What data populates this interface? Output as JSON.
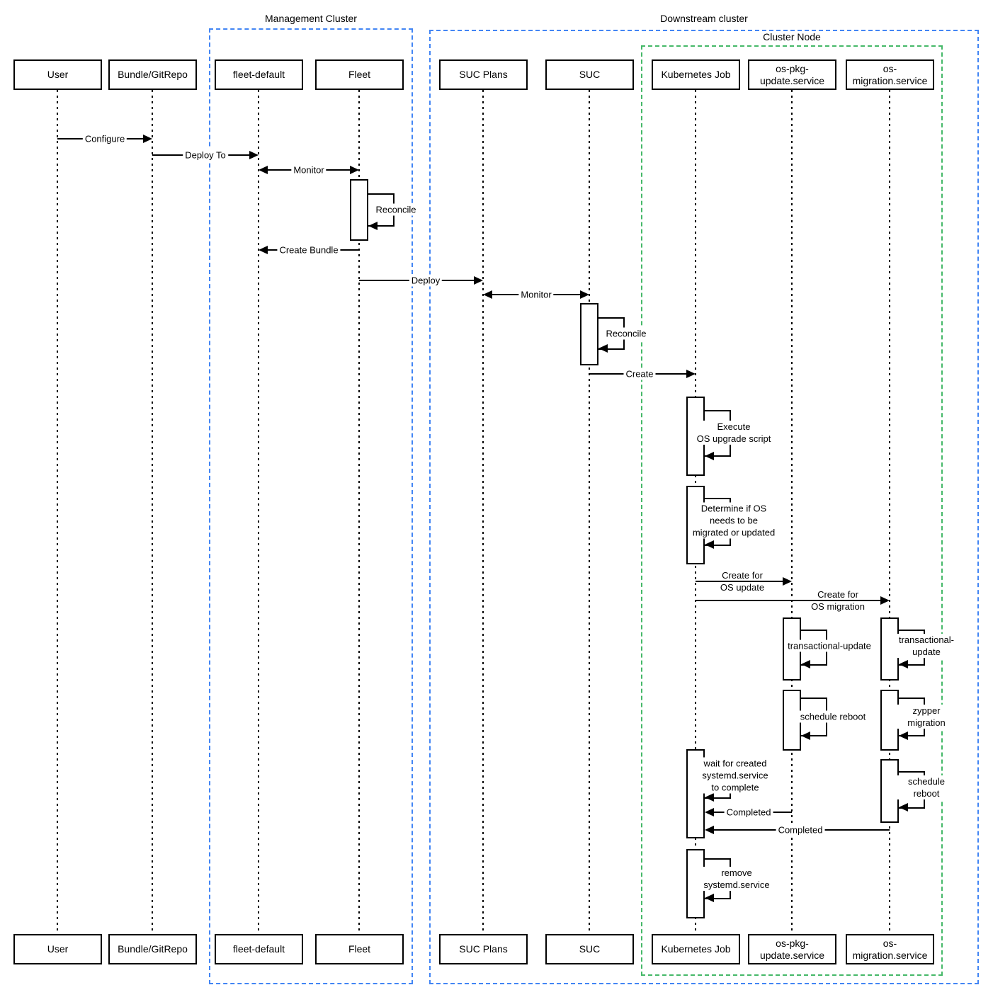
{
  "diagram_type": "uml-sequence-diagram",
  "colors": {
    "frame_blue": "#4285f4",
    "frame_green": "#45b868",
    "line": "#000000",
    "actor_fill": "#ffffff"
  },
  "groups": {
    "management_cluster": {
      "label": "Management Cluster"
    },
    "downstream_cluster": {
      "label": "Downstream cluster"
    },
    "cluster_node": {
      "label": "Cluster Node"
    }
  },
  "actors": [
    {
      "id": "user",
      "label": "User"
    },
    {
      "id": "bundle-gitrepo",
      "label": "Bundle/GitRepo"
    },
    {
      "id": "fleet-default",
      "label": "fleet-default"
    },
    {
      "id": "fleet",
      "label": "Fleet"
    },
    {
      "id": "suc-plans",
      "label": "SUC Plans"
    },
    {
      "id": "suc",
      "label": "SUC"
    },
    {
      "id": "kubernetes-job",
      "label": "Kubernetes Job"
    },
    {
      "id": "os-pkg-update-service",
      "label": "os-pkg-\nupdate.service"
    },
    {
      "id": "os-migration-service",
      "label": "os-\nmigration.service"
    }
  ],
  "messages": [
    {
      "label": "Configure",
      "from": "User",
      "to": "Bundle/GitRepo",
      "arrow": "right"
    },
    {
      "label": "Deploy To",
      "from": "Bundle/GitRepo",
      "to": "fleet-default",
      "arrow": "right"
    },
    {
      "label": "Monitor",
      "from": "fleet-default",
      "to": "Fleet",
      "arrow": "both"
    },
    {
      "label": "Create Bundle",
      "from": "Fleet",
      "to": "fleet-default",
      "arrow": "left"
    },
    {
      "label": "Deploy",
      "from": "Fleet",
      "to": "SUC Plans",
      "arrow": "right"
    },
    {
      "label": "Monitor",
      "from": "SUC Plans",
      "to": "SUC",
      "arrow": "both"
    },
    {
      "label": "Create",
      "from": "SUC",
      "to": "Kubernetes Job",
      "arrow": "right"
    },
    {
      "label": "Create for\nOS update",
      "from": "Kubernetes Job",
      "to": "os-pkg-update.service",
      "arrow": "right"
    },
    {
      "label": "Create for\nOS migration",
      "from": "Kubernetes Job",
      "to": "os-migration.service",
      "arrow": "right"
    },
    {
      "label": "Completed",
      "from": "os-pkg-update.service",
      "to": "Kubernetes Job",
      "arrow": "left"
    },
    {
      "label": "Completed",
      "from": "os-migration.service",
      "to": "Kubernetes Job",
      "arrow": "left"
    }
  ],
  "self_calls": [
    {
      "actor": "Fleet",
      "label": "Reconcile"
    },
    {
      "actor": "SUC",
      "label": "Reconcile"
    },
    {
      "actor": "Kubernetes Job",
      "label": "Execute\nOS upgrade script"
    },
    {
      "actor": "Kubernetes Job",
      "label": "Determine if OS\nneeds to be\nmigrated or updated"
    },
    {
      "actor": "os-pkg-update.service",
      "label": "transactional-update"
    },
    {
      "actor": "os-migration.service",
      "label": "transactional-update"
    },
    {
      "actor": "os-pkg-update.service",
      "label": "schedule reboot"
    },
    {
      "actor": "os-migration.service",
      "label": "zypper migration"
    },
    {
      "actor": "Kubernetes Job",
      "label": "wait for created\nsystemd.service\nto complete"
    },
    {
      "actor": "os-migration.service",
      "label": "schedule reboot"
    },
    {
      "actor": "Kubernetes Job",
      "label": "remove\nsystemd.service"
    }
  ]
}
